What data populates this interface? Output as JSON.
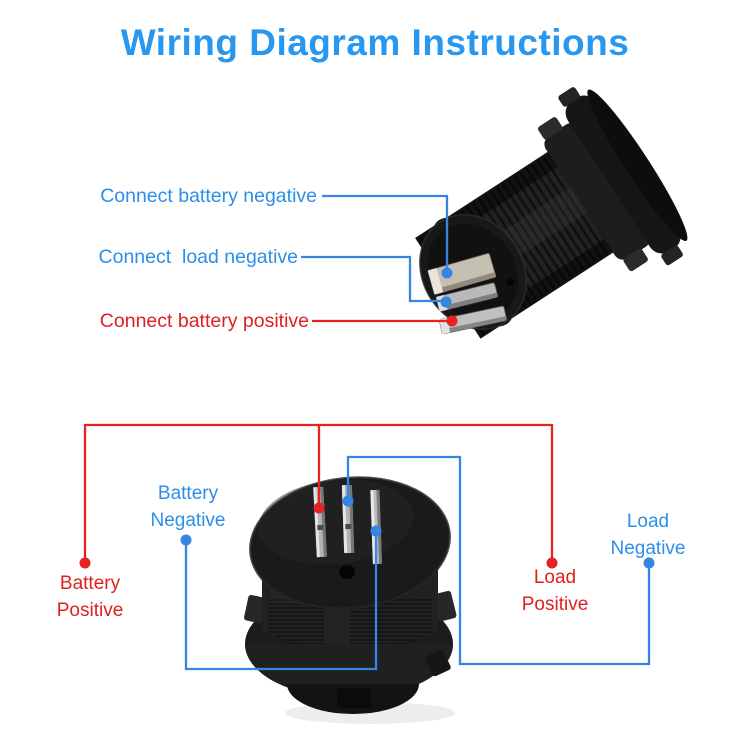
{
  "title": "Wiring Diagram Instructions",
  "colors": {
    "title_blue": "#2797f0",
    "label_blue": "#2b8fe8",
    "label_red": "#e01f1f",
    "wire_blue": "#3585e5",
    "wire_red": "#e62222",
    "device_black": "#1c1c1c",
    "background": "#ffffff"
  },
  "top_section": {
    "labels": {
      "battery_negative": "Connect battery negative",
      "load_negative": "Connect  load negative",
      "battery_positive": "Connect battery positive"
    }
  },
  "bottom_section": {
    "labels": {
      "battery_negative": {
        "line1": "Battery",
        "line2": "Negative"
      },
      "battery_positive": {
        "line1": "Battery",
        "line2": "Positive"
      },
      "load_positive": {
        "line1": "Load",
        "line2": "Positive"
      },
      "load_negative": {
        "line1": "Load",
        "line2": "Negative"
      }
    }
  }
}
